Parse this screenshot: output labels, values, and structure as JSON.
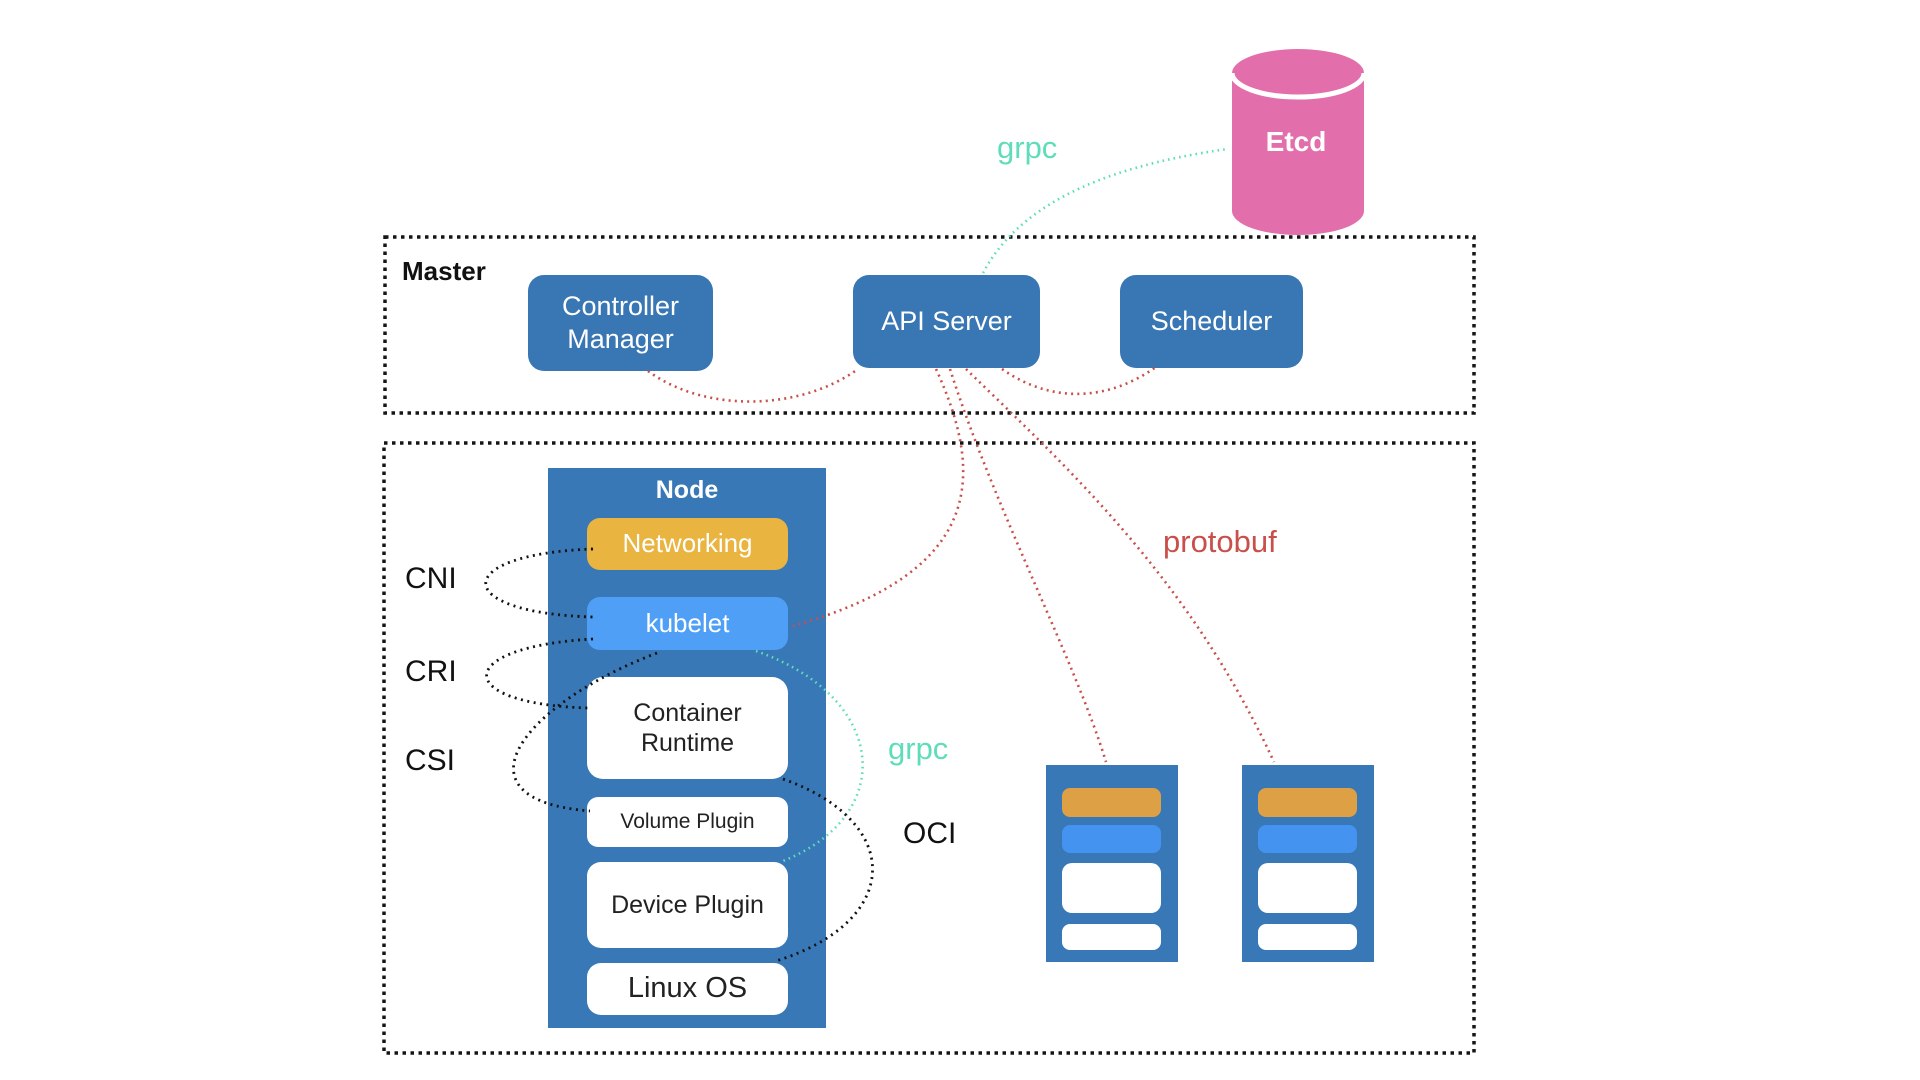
{
  "master": {
    "title": "Master",
    "boxes": [
      {
        "label": "Controller Manager"
      },
      {
        "label": "API Server"
      },
      {
        "label": "Scheduler"
      }
    ]
  },
  "etcd": {
    "label": "Etcd"
  },
  "node": {
    "title": "Node",
    "items": [
      {
        "label": "Networking"
      },
      {
        "label": "kubelet"
      },
      {
        "label": "Container Runtime"
      },
      {
        "label": "Volume Plugin"
      },
      {
        "label": "Device Plugin"
      },
      {
        "label": "Linux OS"
      }
    ]
  },
  "interface_labels": {
    "cni": "CNI",
    "cri": "CRI",
    "csi": "CSI",
    "grpc_top": "grpc",
    "grpc_node": "grpc",
    "oci": "OCI",
    "protobuf": "protobuf"
  },
  "mini_nodes": [
    {
      "bars": [
        "networking",
        "kubelet",
        "container-runtime",
        "os"
      ]
    },
    {
      "bars": [
        "networking",
        "kubelet",
        "container-runtime",
        "os"
      ]
    }
  ],
  "colors": {
    "master_box_blue": "#3876b4",
    "node_column_blue": "#3878b6",
    "networking_yellow": "#e9b440",
    "kubelet_blue": "#4f9ff7",
    "mini_bar_orange": "#dda045",
    "mini_bar_blue": "#4593f0",
    "etcd_pink": "#e26fab",
    "grpc_teal": "#5fdcba",
    "protobuf_red": "#c94f4a",
    "dashed_border_black": "#151515"
  }
}
